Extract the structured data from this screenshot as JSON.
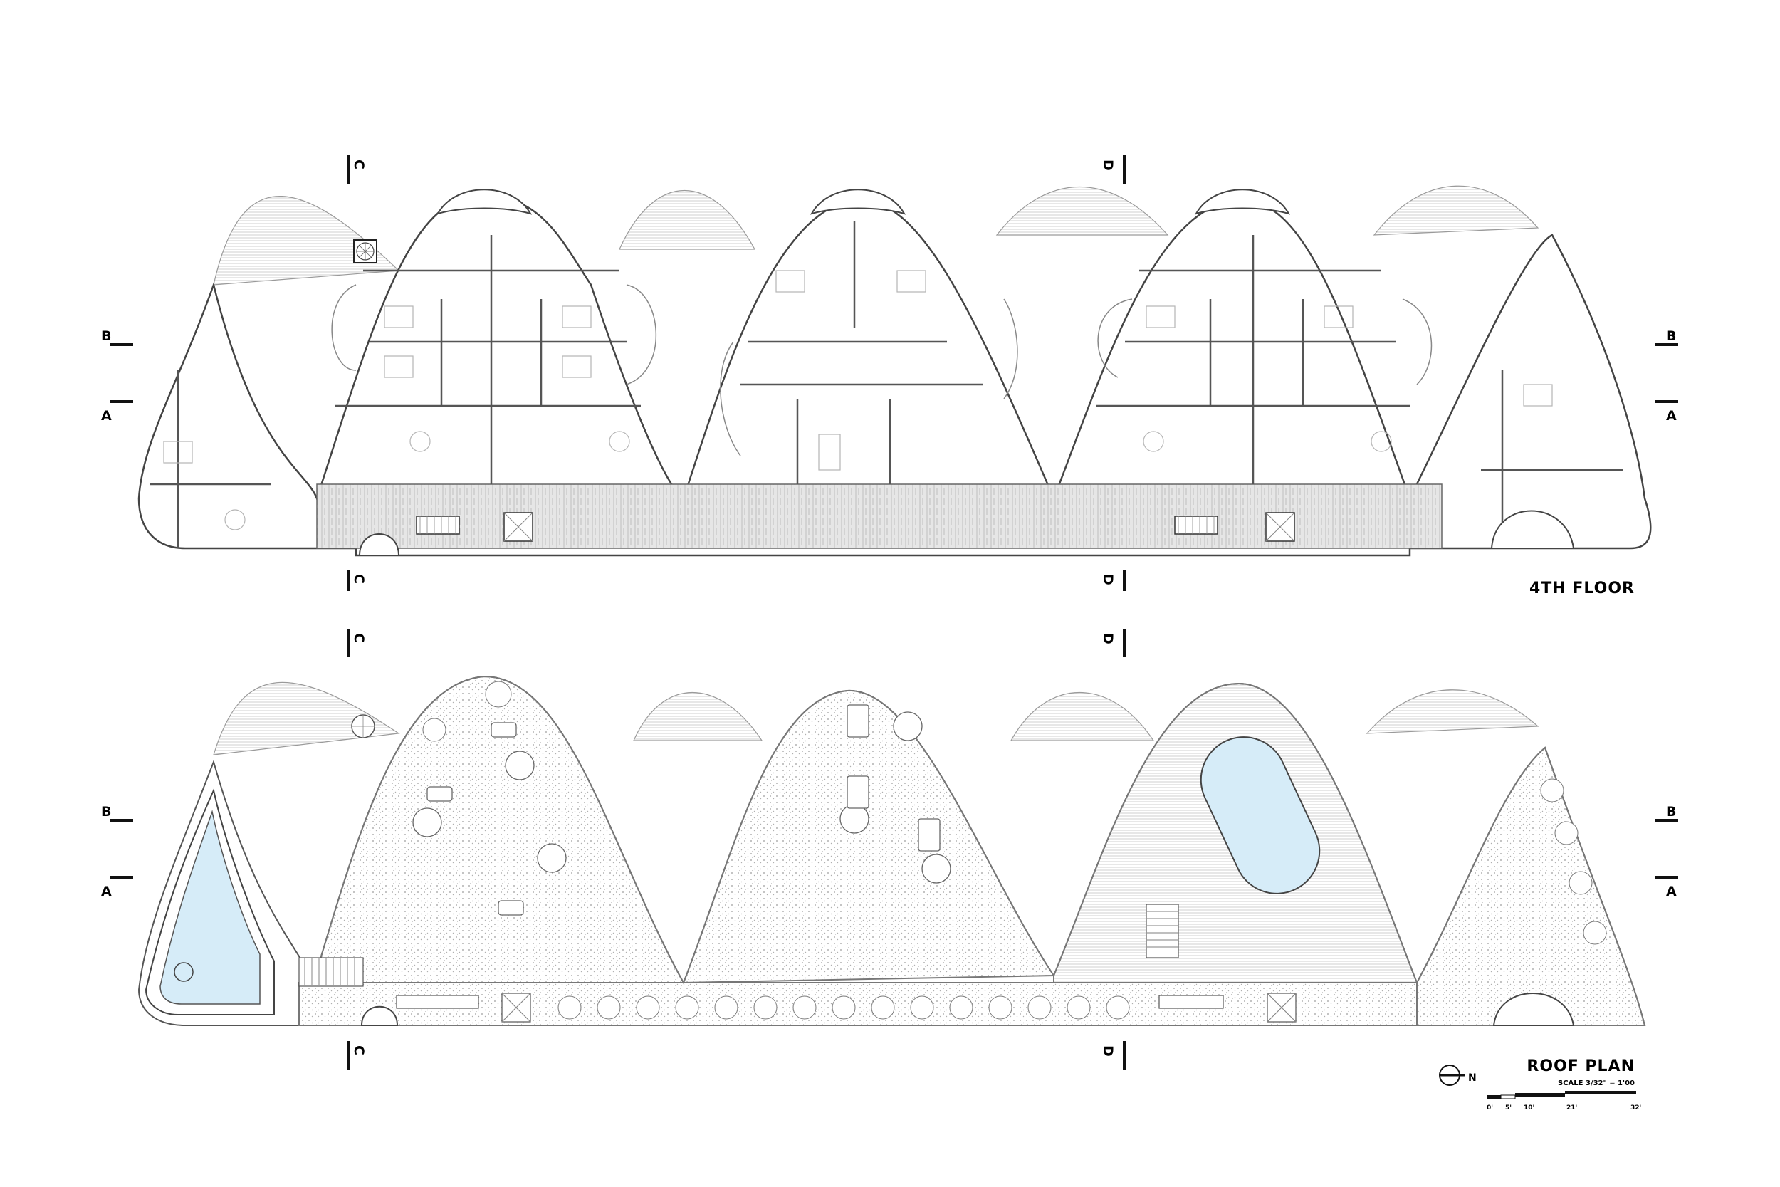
{
  "floor_plan": {
    "title": "4TH FLOOR"
  },
  "roof_plan": {
    "title": "ROOF PLAN",
    "scale": "SCALE 3/32\" = 1'00"
  },
  "north_arrow": {
    "label": "N"
  },
  "scale_bar": {
    "ticks": [
      "0'",
      "5'",
      "10'",
      "21'",
      "32'"
    ]
  },
  "section_marks": {
    "a": "A",
    "b": "B",
    "c": "C",
    "d": "D"
  },
  "colors": {
    "line": "#555555",
    "heavy": "#1a1a1a",
    "shade": "#eeeeee",
    "pool": "#d6ecf8",
    "corridor": "#d8d8d8"
  }
}
